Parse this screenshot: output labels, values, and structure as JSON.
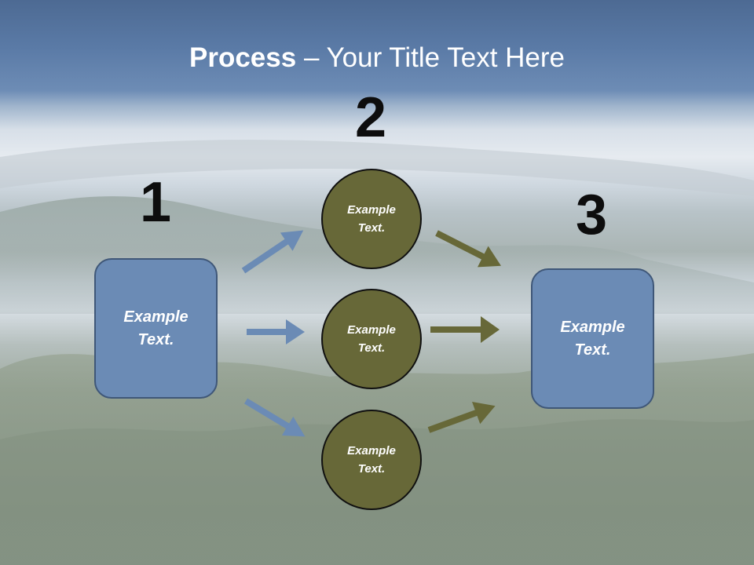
{
  "title": {
    "bold": "Process",
    "rest": " – Your Title Text Here"
  },
  "step_numbers": [
    "1",
    "2",
    "3"
  ],
  "left_box": {
    "text": "Example\nText."
  },
  "circles": [
    {
      "text": "Example\nText."
    },
    {
      "text": "Example\nText."
    },
    {
      "text": "Example\nText."
    }
  ],
  "right_box": {
    "text": "Example\nText."
  },
  "colors": {
    "box_fill": "#6b8bb5",
    "circle_fill": "#676838",
    "blue_arrow": "#6b8bb5",
    "olive_arrow": "#676838"
  }
}
